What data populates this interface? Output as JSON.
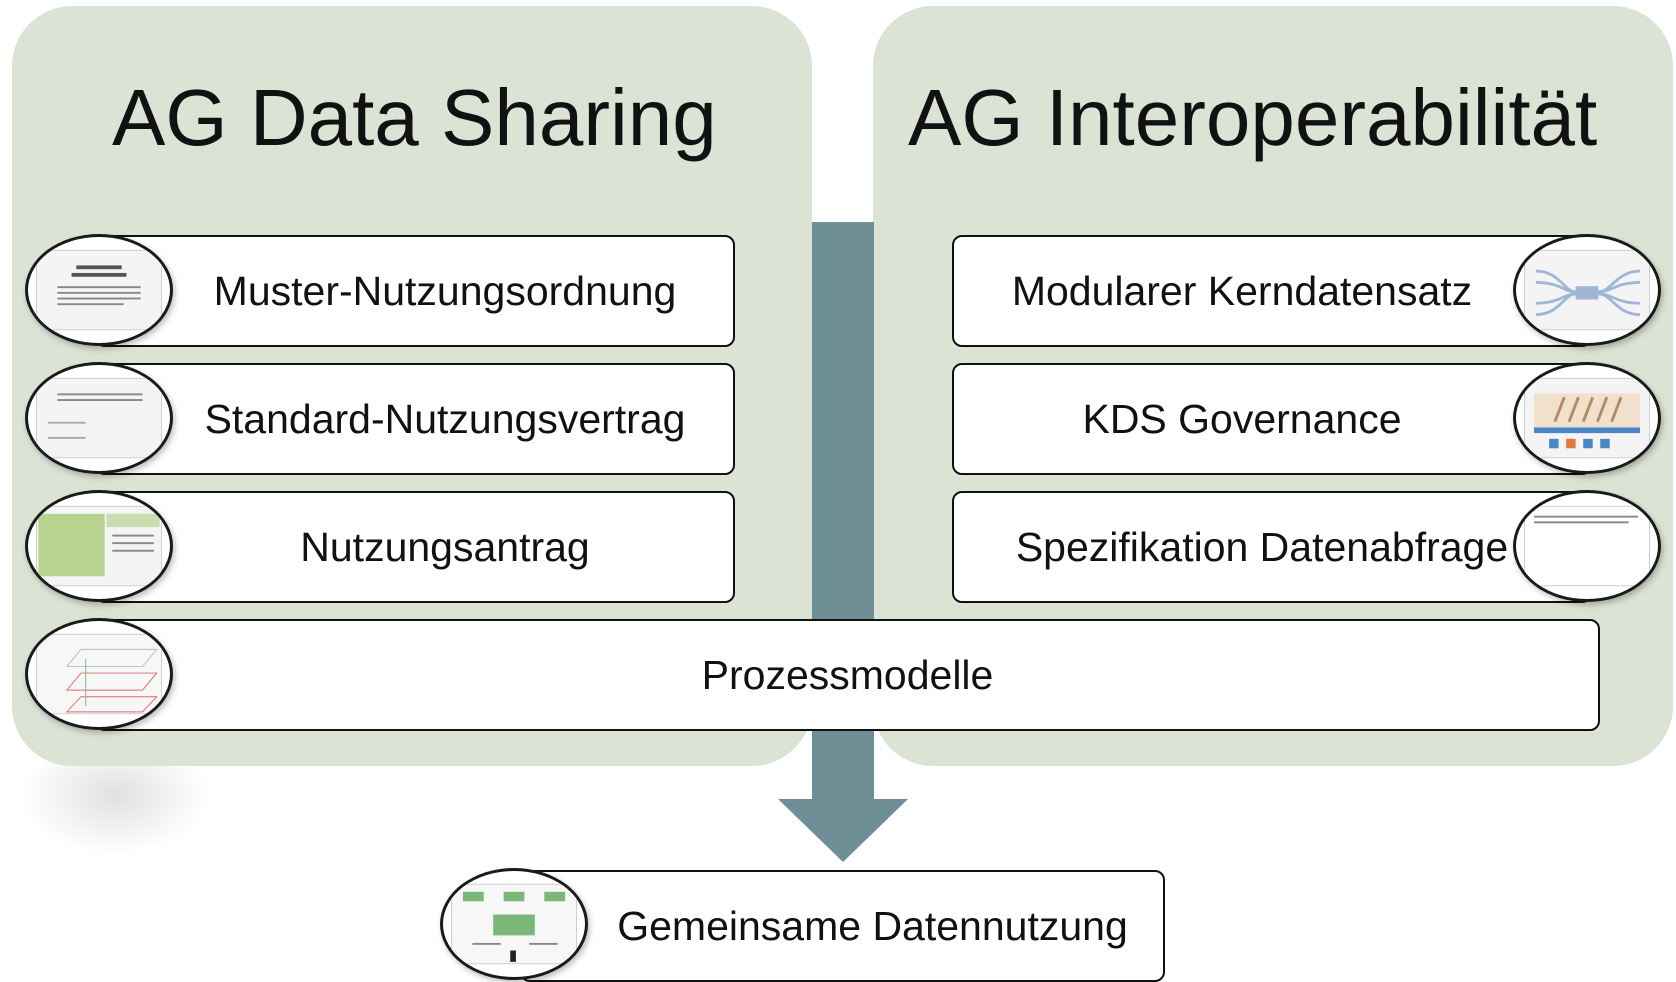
{
  "left_panel": {
    "title": "AG Data Sharing",
    "items": [
      "Muster-Nutzungsordnung",
      "Standard-Nutzungsvertrag",
      "Nutzungsantrag"
    ]
  },
  "right_panel": {
    "title": "AG Interoperabilität",
    "items": [
      "Modularer Kerndatensatz",
      "KDS Governance",
      "Spezifikation Datenabfrage"
    ]
  },
  "shared_item": "Prozessmodelle",
  "result_item": "Gemeinsame Datennutzung",
  "colors": {
    "panel": "#dbe3d5",
    "arrow": "#6f8f97",
    "box_border": "#111111"
  }
}
